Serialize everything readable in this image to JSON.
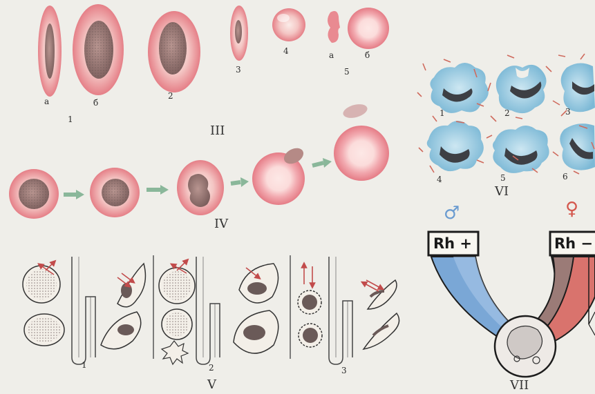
{
  "panel_III": {
    "numeral": "III",
    "labels": {
      "a": "а",
      "b": "б",
      "n1": "1",
      "n2": "2",
      "n3": "3",
      "n4": "4",
      "n5": "5",
      "a5": "а",
      "b5": "б"
    }
  },
  "panel_IV": {
    "numeral": "IV"
  },
  "panel_V": {
    "numeral": "V",
    "labels": {
      "n1": "1",
      "n2": "2",
      "n3": "3"
    }
  },
  "panel_VI": {
    "numeral": "VI",
    "labels": {
      "n1": "1",
      "n2": "2",
      "n3": "3",
      "n4": "4",
      "n5": "5",
      "n6": "6"
    }
  },
  "panel_VII": {
    "numeral": "VII",
    "rh_positive": "Rh +",
    "rh_negative": "Rh −",
    "male_symbol": "♂",
    "female_symbol": "♀"
  },
  "colors": {
    "rbc_pink": "#e98f95",
    "rbc_core": "#f7d9d6",
    "nucleus": "#9a7a78",
    "macrophage_blue": "#8ec4dc",
    "rh_blue": "#7aa7d6",
    "rh_red": "#d9736d",
    "arrow_green": "#8ab79a"
  }
}
